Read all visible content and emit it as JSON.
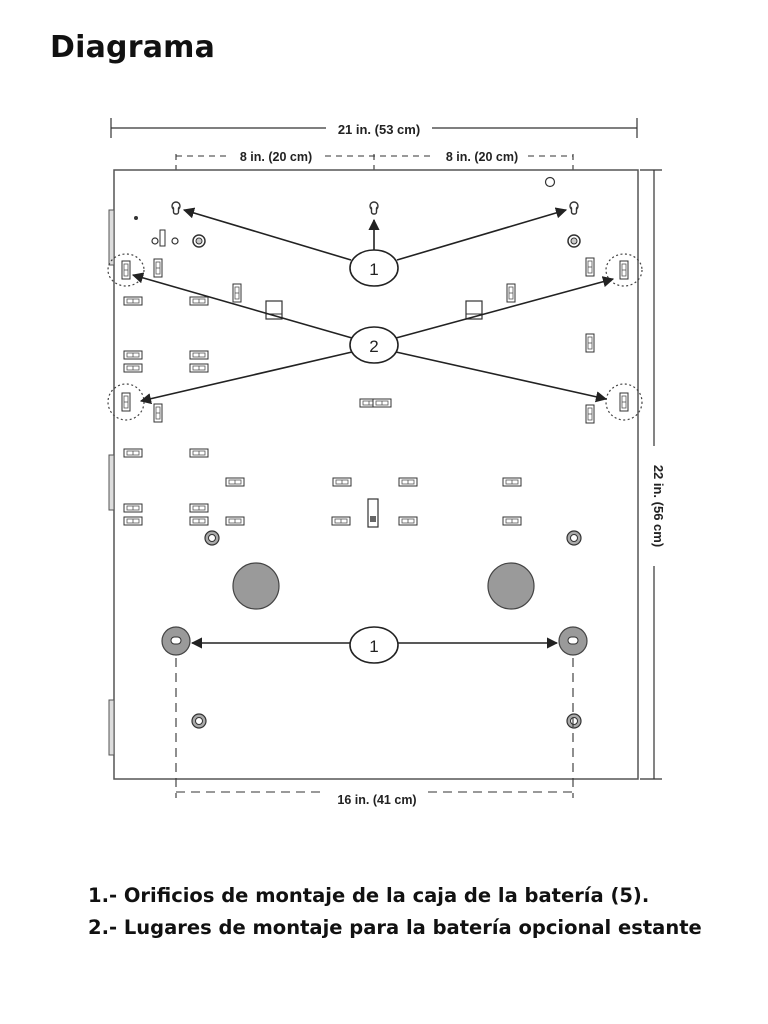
{
  "title": "Diagrama",
  "dimensions": {
    "overall_width": "21 in. (53 cm)",
    "left_spacing": "8 in. (20 cm)",
    "right_spacing": "8 in. (20 cm)",
    "height": "22 in. (56 cm)",
    "bottom_spacing": "16 in. (41 cm)"
  },
  "callouts": {
    "mount_top": "1",
    "mount_bottom": "1",
    "shelf": "2"
  },
  "legend": [
    "1.- Orificios de montaje de la caja de la batería (5).",
    "2.- Lugares de montaje para la batería opcional estante"
  ],
  "colors": {
    "line": "#333333",
    "knockout_fill": "#9a9a9a",
    "panel_border": "#555555"
  }
}
